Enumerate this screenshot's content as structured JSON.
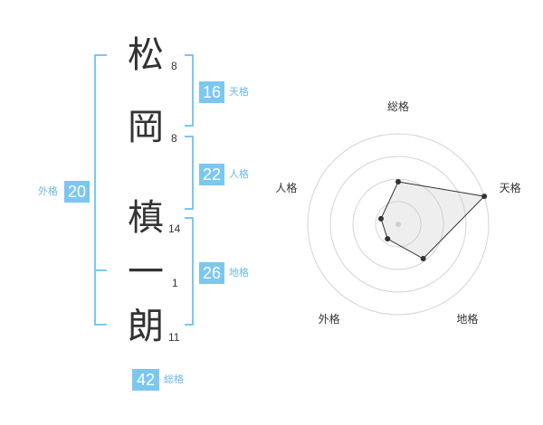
{
  "name": {
    "chars": [
      {
        "char": "松",
        "strokes": "8"
      },
      {
        "char": "岡",
        "strokes": "8"
      },
      {
        "char": "槙",
        "strokes": "14"
      },
      {
        "char": "一",
        "strokes": "1"
      },
      {
        "char": "朗",
        "strokes": "11"
      }
    ]
  },
  "fortunes": {
    "tenkaku": {
      "value": "16",
      "label": "天格"
    },
    "jinkaku": {
      "value": "22",
      "label": "人格"
    },
    "chikaku": {
      "value": "26",
      "label": "地格"
    },
    "gaikaku": {
      "value": "20",
      "label": "外格"
    },
    "soukaku": {
      "value": "42",
      "label": "総格"
    }
  },
  "colors": {
    "accent": "#7cc7f0",
    "text": "#333333",
    "label": "#6bb9e8"
  },
  "chart_data": {
    "type": "radar",
    "axes": [
      "総格",
      "天格",
      "地格",
      "外格",
      "人格"
    ],
    "values": [
      0.47,
      1.0,
      0.47,
      0.2,
      0.2
    ],
    "rings": 4
  }
}
